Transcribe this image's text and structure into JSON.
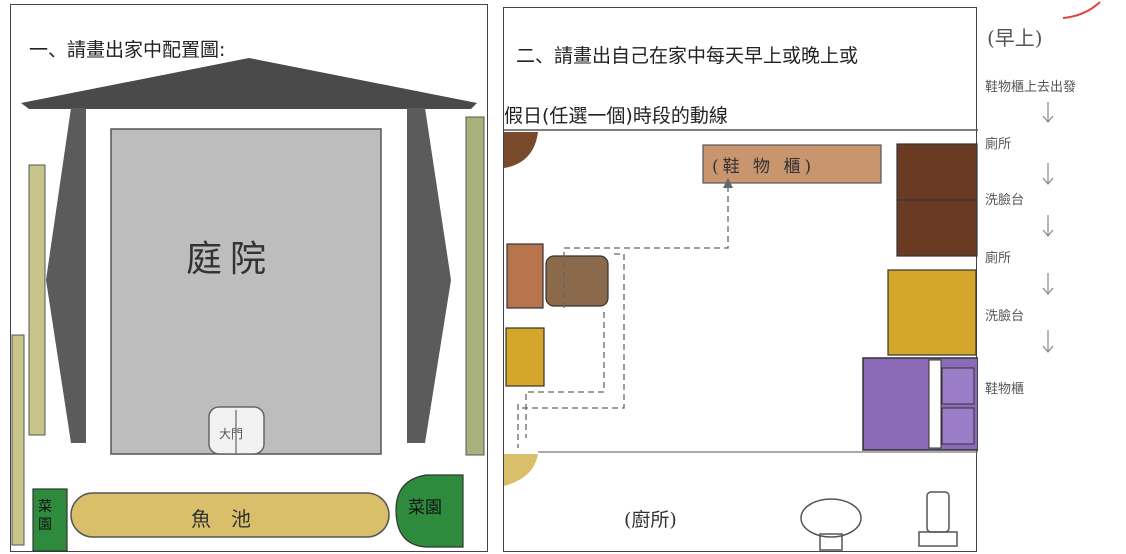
{
  "panel1": {
    "prompt": "一、請畫出家中配置圖:",
    "labels": {
      "courtyard": "庭院",
      "gate": "大門",
      "pond": "魚池",
      "veg_garden_left": "菜園",
      "veg_garden_right": "菜園"
    }
  },
  "panel2": {
    "prompt_line1": "二、請畫出自己在家中每天早上或晚上或",
    "prompt_line2": "假日(任選一個)時段的動線",
    "labels": {
      "shoe_cabinet": "(鞋 物 櫃)",
      "kitchen": "(廚所)"
    }
  },
  "route_notes": {
    "heading": "(早上)",
    "steps": [
      "鞋物櫃上去出發",
      "廁所",
      "洗臉台",
      "廁所",
      "洗臉台",
      "鞋物櫃"
    ]
  },
  "colors": {
    "roof": "#4a4a4a",
    "courtyard": "#bdbdbd",
    "pond": "#d9bf6a",
    "garden": "#2e8b3d",
    "wood": "#9a5b3b",
    "cabinet_dark": "#6b3a22",
    "gold": "#d4a62a",
    "purple": "#8b6bb8",
    "marker_red": "#e0443b"
  }
}
